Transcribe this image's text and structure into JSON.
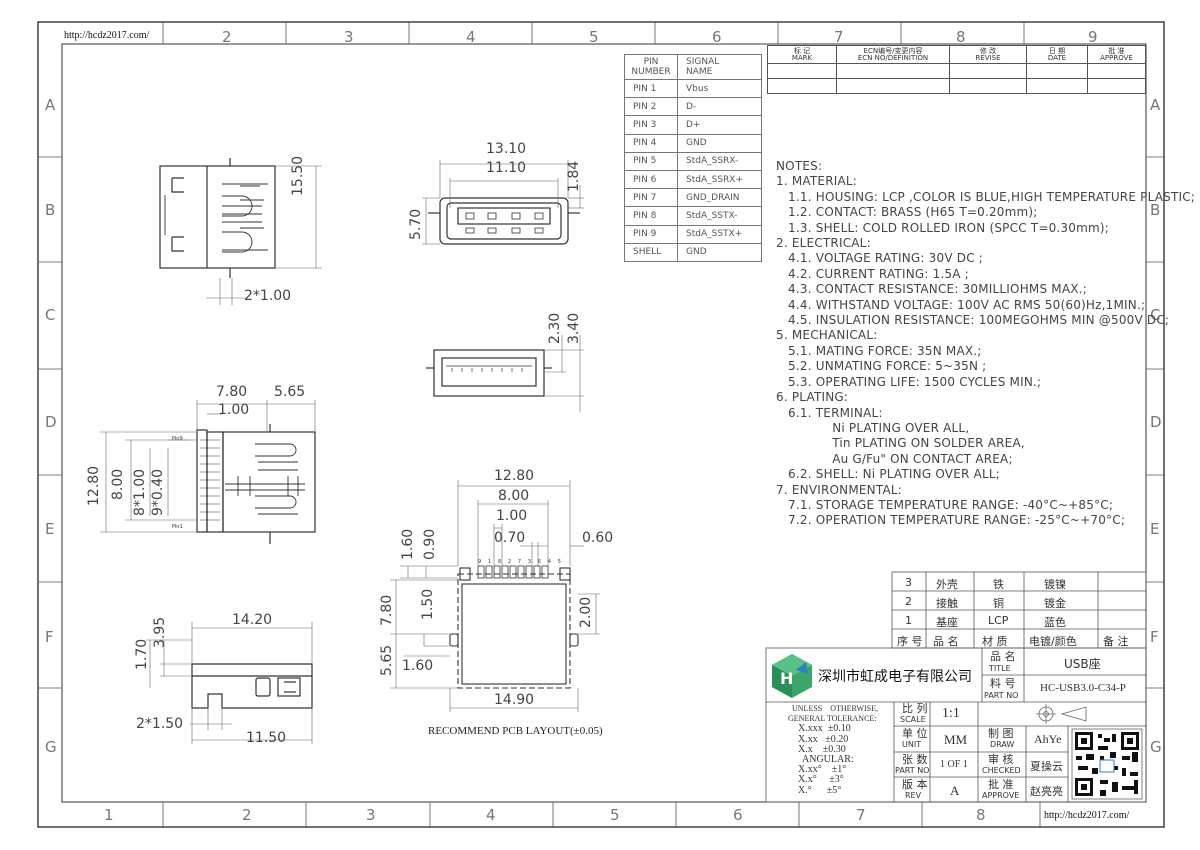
{
  "sheet": {
    "url_top": "http://hcdz2017.com/",
    "url_bottom": "http://hcdz2017.com/",
    "zone_cols_top": [
      "2",
      "3",
      "4",
      "5",
      "6",
      "7",
      "8",
      "9"
    ],
    "zone_cols_bottom": [
      "1",
      "2",
      "3",
      "4",
      "5",
      "6",
      "7",
      "8"
    ],
    "zone_rows": [
      "A",
      "B",
      "C",
      "D",
      "E",
      "F",
      "G"
    ]
  },
  "pin_table": {
    "headers": [
      [
        "PIN",
        "NUMBER"
      ],
      [
        "SIGNAL",
        "NAME"
      ]
    ],
    "rows": [
      [
        "PIN 1",
        "Vbus"
      ],
      [
        "PIN 2",
        "D-"
      ],
      [
        "PIN 3",
        "D+"
      ],
      [
        "PIN 4",
        "GND"
      ],
      [
        "PIN 5",
        "StdA_SSRX-"
      ],
      [
        "PIN 6",
        "StdA_SSRX+"
      ],
      [
        "PIN 7",
        "GND_DRAIN"
      ],
      [
        "PIN 8",
        "StdA_SSTX-"
      ],
      [
        "PIN 9",
        "StdA_SSTX+"
      ],
      [
        "SHELL",
        "GND"
      ]
    ]
  },
  "revision_table": {
    "headers": [
      [
        "标 记",
        "MARK"
      ],
      [
        "ECN编号/变更内容",
        "ECN NO/DEFINITION"
      ],
      [
        "修 改",
        "REVISE"
      ],
      [
        "日 期",
        "DATE"
      ],
      [
        "批 准",
        "APPROVE"
      ]
    ]
  },
  "notes": [
    "NOTES:",
    "1. MATERIAL:",
    "   1.1. HOUSING: LCP ,COLOR IS BLUE,HIGH TEMPERATURE PLASTIC;",
    "   1.2. CONTACT: BRASS (H65 T=0.20mm);",
    "   1.3. SHELL: COLD ROLLED IRON (SPCC T=0.30mm);",
    "2. ELECTRICAL:",
    "   4.1. VOLTAGE RATING: 30V DC ;",
    "   4.2. CURRENT RATING: 1.5A ;",
    "   4.3. CONTACT RESISTANCE: 30MILLIOHMS MAX.;",
    "   4.4. WITHSTAND VOLTAGE: 100V AC RMS 50(60)Hz,1MIN.;",
    "   4.5. INSULATION RESISTANCE: 100MEGOHMS MIN @500V DC;",
    "5. MECHANICAL:",
    "   5.1. MATING FORCE: 35N MAX.;",
    "   5.2. UNMATING FORCE: 5~35N ;",
    "   5.3. OPERATING LIFE: 1500 CYCLES MIN.;",
    "6. PLATING:",
    "   6.1. TERMINAL:",
    "              Ni PLATING OVER ALL,",
    "              Tin PLATING ON SOLDER AREA,",
    "              Au G/Fu\" ON CONTACT AREA;",
    "   6.2. SHELL: Ni PLATING OVER ALL;",
    "7. ENVIRONMENTAL:",
    "   7.1. STORAGE TEMPERATURE RANGE: -40°C~+85°C;",
    "   7.2. OPERATION TEMPERATURE RANGE: -25°C~+70°C;"
  ],
  "bom": {
    "rows": [
      [
        "3",
        "外壳",
        "铁",
        "镀镍",
        ""
      ],
      [
        "2",
        "接触",
        "铜",
        "镀金",
        ""
      ],
      [
        "1",
        "基座",
        "LCP",
        "蓝色",
        ""
      ]
    ],
    "header": [
      "序 号",
      "品 名",
      "材 质",
      "电镀/颜色",
      "备 注"
    ]
  },
  "title_block": {
    "company": "深圳市虹成电子有限公司",
    "title_cn": "品 名",
    "title_en": "TITLE",
    "title_value": "USB座",
    "part_cn": "料 号",
    "part_en": "PART NO",
    "part_value": "HC-USB3.0-C34-P",
    "scale_cn": "比 列",
    "scale_en": "SCALE",
    "scale_value": "1:1",
    "unit_cn": "单 位",
    "unit_en": "UNIT",
    "unit_value": "MM",
    "sheet_cn": "张 数",
    "sheet_en": "PART NO",
    "sheet_value": "1 OF 1",
    "rev_cn": "版 本",
    "rev_en": "REV",
    "rev_value": "A",
    "draw_cn": "制 图",
    "draw_en": "DRAW",
    "draw_value": "AhYe",
    "check_cn": "审 核",
    "check_en": "CHECKED",
    "check_value": "夏操云",
    "approve_cn": "批 准",
    "approve_en": "APPROVE",
    "approve_value": "赵亮亮",
    "tolerance": [
      "UNLESS    OTHERWISE,",
      "GENERAL TOLERANCE:",
      "X.xxx  ±0.10",
      "X.xx   ±0.20",
      "X.x    ±0.30",
      "ANGULAR:",
      "X.xx°    ±1°",
      "X.x°     ±3°",
      "X.°      ±5°"
    ]
  },
  "dimensions": {
    "top_view": [
      "15.50",
      "2*1.00"
    ],
    "front_view": [
      "13.10",
      "11.10",
      "1.84",
      "5.70"
    ],
    "rear_view": [
      "2.30",
      "3.40"
    ],
    "side_view": [
      "7.80",
      "5.65",
      "1.00",
      "12.80",
      "8.00",
      "8*1.00",
      "9*0.40"
    ],
    "bottom_view": [
      "14.20",
      "3.95",
      "1.70",
      "2*1.50",
      "11.50"
    ],
    "pcb_layout": [
      "12.80",
      "8.00",
      "1.00",
      "0.70",
      "0.60",
      "1.60",
      "0.90",
      "7.80",
      "1.50",
      "2.00",
      "5.65",
      "1.60",
      "14.90"
    ],
    "pcb_caption": "RECOMMEND PCB LAYOUT(±0.05)",
    "pin_marks": [
      "Pin9",
      "Pin1"
    ],
    "pin_numbers": "9 1 8 2 7 3 6 4 5"
  }
}
